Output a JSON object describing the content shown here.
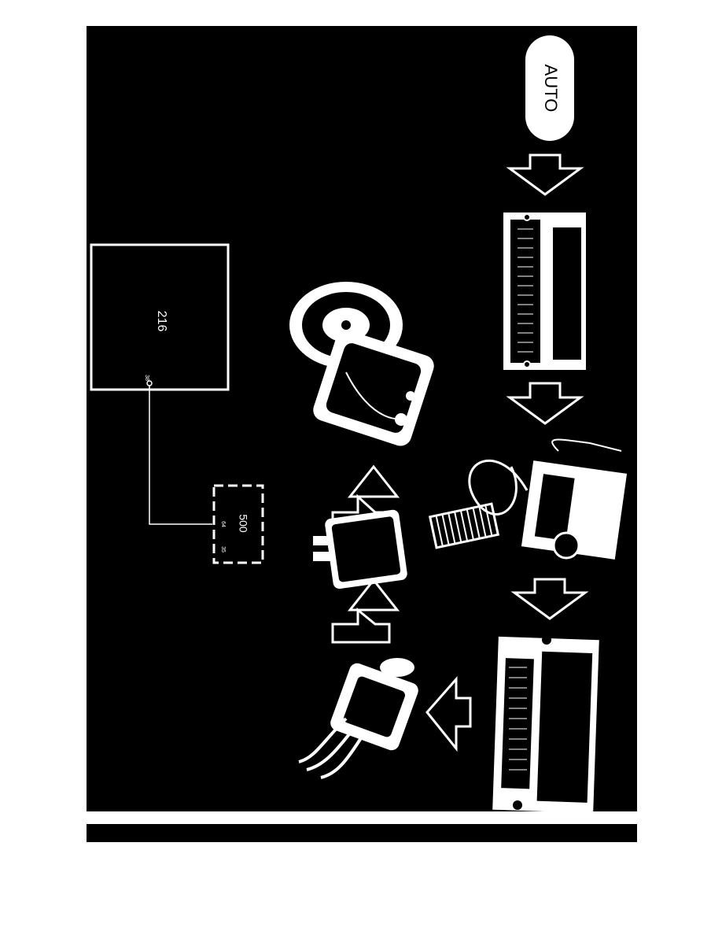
{
  "mode_button": {
    "label": "AUTO"
  },
  "control_box": {
    "number": "216",
    "pin": "38"
  },
  "relay_box": {
    "number": "500",
    "pin_a": "64",
    "pin_b": "35"
  },
  "footer": {
    "code": ""
  },
  "colors": {
    "background": "#000000",
    "line": "#ffffff",
    "page": "#ffffff"
  },
  "icons": [
    "arrow-down-icon",
    "arrow-up-icon",
    "arrow-left-icon",
    "ecu-connector-icon",
    "thermostat-icon",
    "control-module-icon",
    "pressure-switch-icon",
    "relay-icon",
    "compressor-icon"
  ]
}
